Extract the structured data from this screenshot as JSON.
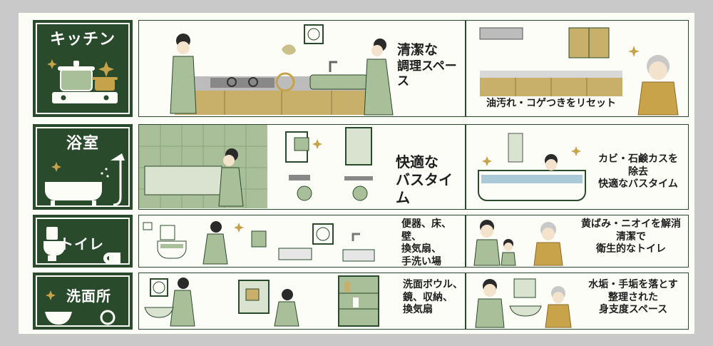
{
  "colors": {
    "dark_green": "#2a4a2c",
    "sage": "#a9bf99",
    "gold": "#c6a24a",
    "wood": "#c9b06a",
    "cream": "#fdfdf8"
  },
  "icons": [
    "pot-icon",
    "stove-icon",
    "sparkle-icon",
    "bathtub-icon",
    "shower-head-icon",
    "toilet-icon",
    "toilet-paper-icon",
    "wash-basin-icon",
    "mirror-icon",
    "vent-fan-icon"
  ],
  "rows": [
    {
      "category": "キッチン",
      "mid_text": [
        "清潔な",
        "調理スペース"
      ],
      "result_text": [
        "油汚れ・コゲつきをリセット"
      ]
    },
    {
      "category": "浴室",
      "mid_text": [
        "快適な",
        "バスタイム"
      ],
      "result_text": [
        "カビ・石鹸カスを",
        "除去",
        "快適なバスタイム"
      ]
    },
    {
      "category": "トイレ",
      "mid_text": [
        "便器、床、壁、",
        "換気扇、",
        "手洗い場"
      ],
      "result_text": [
        "黄ばみ・ニオイを解消",
        "清潔で",
        "衛生的なトイレ"
      ]
    },
    {
      "category": "洗面所",
      "mid_text": [
        "洗面ボウル、",
        "鏡、収納、",
        "換気扇"
      ],
      "result_text": [
        "水垢・手垢を落とす",
        "整理された",
        "身支度スペース"
      ]
    }
  ]
}
